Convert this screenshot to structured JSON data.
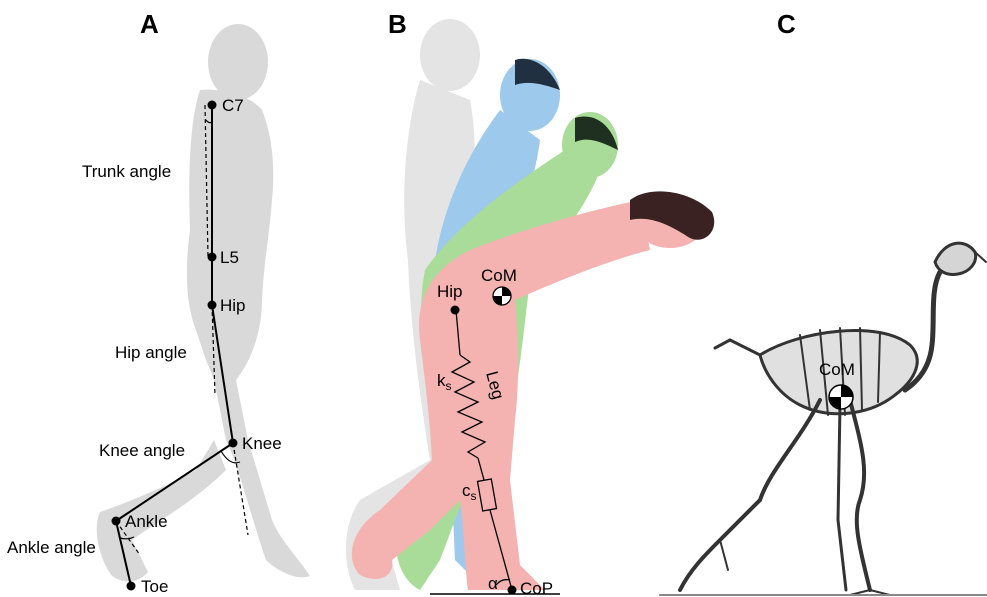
{
  "panels": {
    "a": {
      "letter": "A"
    },
    "b": {
      "letter": "B"
    },
    "c": {
      "letter": "C"
    }
  },
  "panel_a": {
    "markers": {
      "c7": "C7",
      "l5": "L5",
      "hip": "Hip",
      "knee": "Knee",
      "ankle": "Ankle",
      "toe": "Toe"
    },
    "angles": {
      "trunk": "Trunk angle",
      "hip": "Hip angle",
      "knee": "Knee angle",
      "ankle": "Ankle angle"
    }
  },
  "panel_b": {
    "hip": "Hip",
    "com": "CoM",
    "leg": "Leg",
    "spring_base": "k",
    "spring_sub": "s",
    "damper_base": "c",
    "damper_sub": "s",
    "alpha": "α",
    "cop": "CoP",
    "colors": {
      "gray": "#e4e4e4",
      "blue": "#9cc9ec",
      "green": "#a9dc98",
      "pink": "#f4b3b1",
      "hair": "#3a2222"
    }
  },
  "panel_c": {
    "com": "CoM"
  },
  "colors": {
    "silhouette": "#d9d9d9",
    "ink": "#000000"
  }
}
